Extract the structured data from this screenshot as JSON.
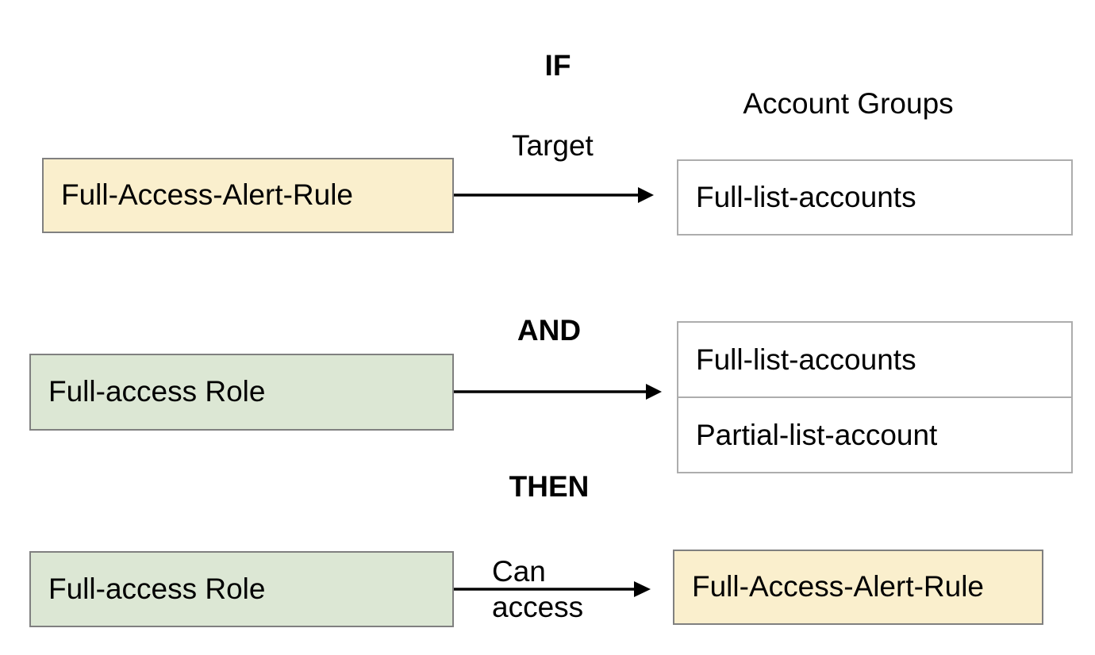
{
  "diagram": {
    "title_labels": {
      "account_groups": "Account Groups"
    },
    "operators": {
      "if": "IF",
      "and": "AND",
      "then": "THEN"
    },
    "rows": [
      {
        "id": "if-row",
        "source": {
          "label": "Full-Access-Alert-Rule",
          "fill": "#FAEFCD",
          "border": "#808080"
        },
        "edge": {
          "label": "Target",
          "arrow": "right"
        },
        "target_group": {
          "header": "Account Groups",
          "items": [
            "Full-list-accounts"
          ]
        }
      },
      {
        "id": "and-row",
        "source": {
          "label": "Full-access Role",
          "fill": "#DCE7D4",
          "border": "#808080"
        },
        "edge": {
          "label": "",
          "arrow": "right"
        },
        "target_group": {
          "header": "",
          "items": [
            "Full-list-accounts",
            "Partial-list-account"
          ]
        }
      },
      {
        "id": "then-row",
        "source": {
          "label": "Full-access Role",
          "fill": "#DCE7D4",
          "border": "#808080"
        },
        "edge": {
          "label_line1": "Can",
          "label_line2": "access",
          "arrow": "right"
        },
        "target_box": {
          "label": "Full-Access-Alert-Rule",
          "fill": "#FAEFCD",
          "border": "#808080"
        }
      }
    ],
    "colors": {
      "yellow_fill": "#FAEFCD",
      "green_fill": "#DCE7D4",
      "box_border": "#808080",
      "table_border": "#ADADAD",
      "line": "#000000",
      "background": "#FFFFFF",
      "text": "#000000"
    }
  }
}
